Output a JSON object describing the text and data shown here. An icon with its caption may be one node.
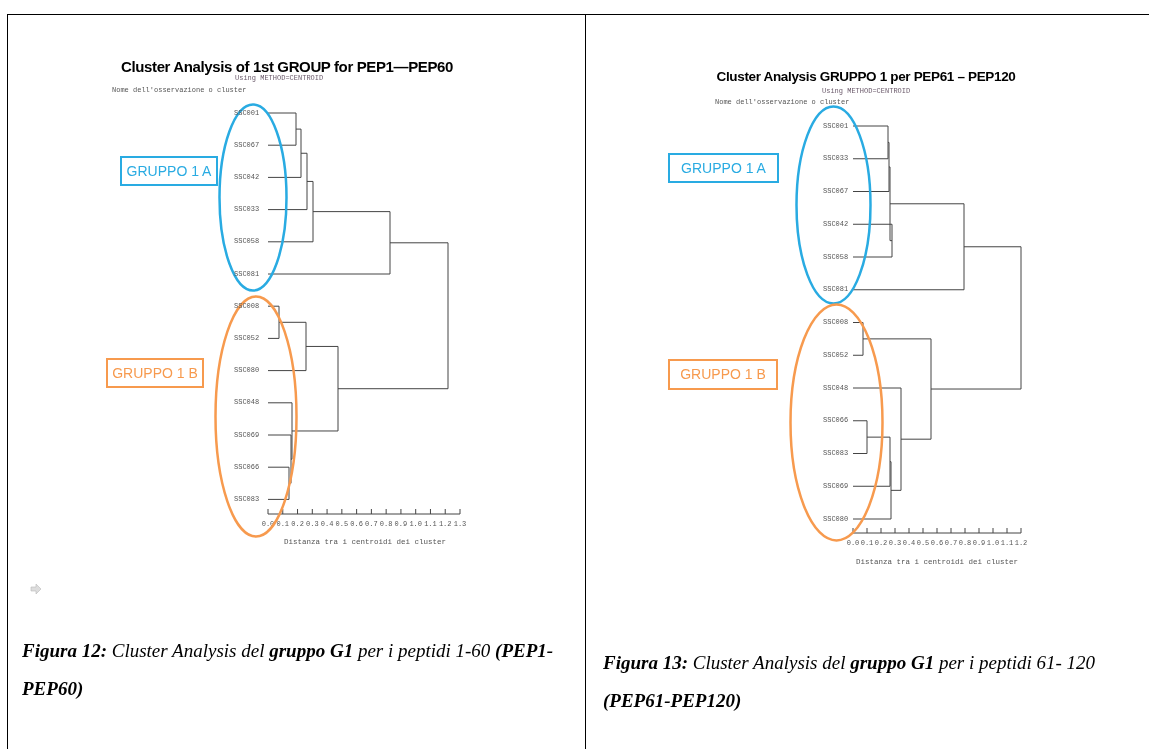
{
  "diagram": {
    "nodes": [
      {
        "text": [
          "GRUPPO 1 A"
        ]
      },
      {
        "text": [
          "SSC001",
          "SSC067",
          "SSC042",
          "SSC033",
          "SSC058",
          "SSC081"
        ]
      },
      {
        "text": [
          "GRUPPO 1 B"
        ]
      },
      {
        "text": [
          "SSC008",
          "SSC052",
          "SSC080",
          "SSC048",
          "SSC069",
          "SSC066",
          "SSC083"
        ]
      },
      {
        "text": [
          "GRUPPO 1 A"
        ]
      },
      {
        "text": [
          "SSC001",
          "SSC033",
          "SSC067",
          "SSC042",
          "SSC058",
          "SSC081"
        ]
      },
      {
        "text": [
          "GRUPPO 1 B"
        ]
      },
      {
        "text": [
          "SSC008",
          "SSC052",
          "SSC048",
          "SSC066",
          "SSC083",
          "SSC069",
          "SSC080"
        ]
      }
    ],
    "labels": [
      "Cluster Analysis of 1st GROUP for PEP1—PEP60",
      "Using METHOD=CENTROID",
      "Nome dell'osservazione o cluster",
      "0.0",
      "0.1",
      "0.2",
      "0.3",
      "0.4",
      "0.5",
      "0.6",
      "0.7",
      "0.8",
      "0.9",
      "1.0",
      "1.1",
      "1.2",
      "1.3",
      "Distanza tra i centroidi dei cluster",
      "Cluster Analysis GRUPPO 1 per PEP61 – PEP120",
      "Using METHOD=CENTROID",
      "Nome dell'osservazione o cluster",
      "0.0",
      "0.1",
      "0.2",
      "0.3",
      "0.4",
      "0.5",
      "0.6",
      "0.7",
      "0.8",
      "0.9",
      "1.0",
      "1.1",
      "1.2",
      "Distanza tra i centroidi dei cluster",
      "**Figura 12:** Cluster Analysis del **gruppo G1** per i peptidi 1-60 **(PEP1-PEP60)**",
      "**Figura 13:** Cluster Analysis del **gruppo G1** per i peptidi 61- 120 **(PEP61-PEP120)**"
    ]
  }
}
